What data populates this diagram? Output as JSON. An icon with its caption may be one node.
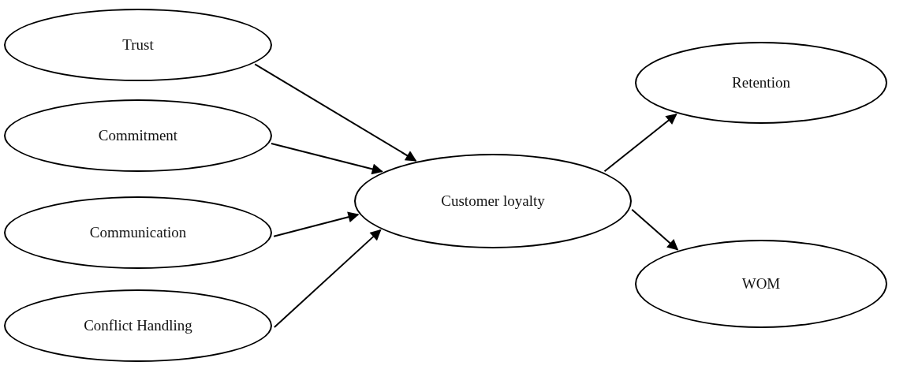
{
  "diagram": {
    "nodes": [
      {
        "text": [
          "Trust"
        ]
      },
      {
        "text": [
          "Commitment"
        ]
      },
      {
        "text": [
          "Communication"
        ]
      },
      {
        "text": [
          "Conflict Handling"
        ]
      },
      {
        "text": [
          "Customer loyalty"
        ]
      },
      {
        "text": [
          "Retention"
        ]
      },
      {
        "text": [
          "WOM"
        ]
      }
    ],
    "edges": [
      {
        "from": 0,
        "to": 4,
        "arrow": "to"
      },
      {
        "from": 1,
        "to": 4,
        "arrow": "to"
      },
      {
        "from": 2,
        "to": 4,
        "arrow": "to"
      },
      {
        "from": 3,
        "to": 4,
        "arrow": "to"
      },
      {
        "from": 4,
        "to": 5,
        "arrow": "to"
      },
      {
        "from": 4,
        "to": 6,
        "arrow": "to"
      }
    ]
  }
}
